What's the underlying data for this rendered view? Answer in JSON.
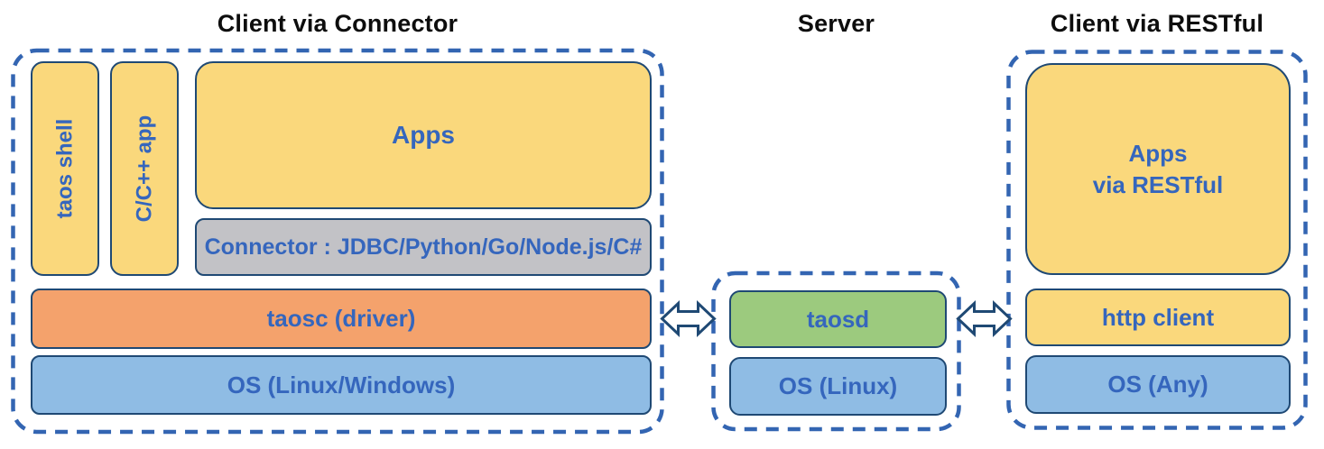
{
  "diagram": {
    "type": "architecture-diagram",
    "sections": [
      {
        "title": "Client via Connector",
        "boxes": {
          "taos_shell": "taos shell",
          "cpp_app": "C/C++ app",
          "apps": "Apps",
          "connector": "Connector : JDBC/Python/Go/Node.js/C#",
          "taosc": "taosc (driver)",
          "os": "OS (Linux/Windows)"
        }
      },
      {
        "title": "Server",
        "boxes": {
          "taosd": "taosd",
          "os": "OS (Linux)"
        }
      },
      {
        "title": "Client via RESTful",
        "boxes": {
          "apps_line1": "Apps",
          "apps_line2": "via RESTful",
          "http_client": "http client",
          "os": "OS (Any)"
        }
      }
    ],
    "arrows": [
      {
        "name": "client-connector-to-server",
        "type": "bidirectional"
      },
      {
        "name": "server-to-client-restful",
        "type": "bidirectional"
      }
    ],
    "colors": {
      "box_yellow": "#FAD87C",
      "box_orange": "#F4A26C",
      "box_blue": "#8FBCE4",
      "box_green": "#9CCA7E",
      "box_gray": "#C2C2C6",
      "box_border": "#1F4974",
      "dashed_border": "#3365B2",
      "label_blue": "#3566BD",
      "title_black": "#0D0D0D"
    }
  }
}
